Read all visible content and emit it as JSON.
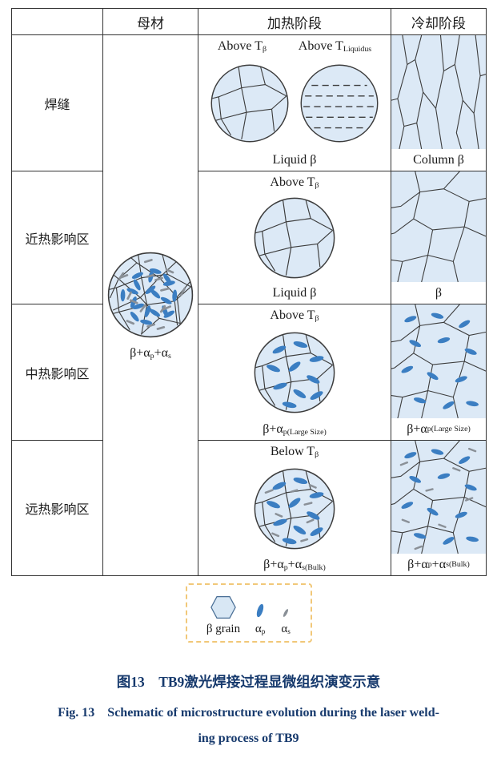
{
  "table": {
    "headers": {
      "base": "母材",
      "heating": "加热阶段",
      "cooling": "冷却阶段"
    },
    "zones": [
      "焊缝",
      "近热影响区",
      "中热影响区",
      "远热影响区"
    ],
    "base_material": {
      "p1": "β+α",
      "s1": "p",
      "p2": "+α",
      "s2": "s"
    },
    "weld": {
      "heating": {
        "temp1_main": "Above T",
        "temp1_sub": "β",
        "temp2_main": "Above T",
        "temp2_sub": "Liquidus",
        "phase": "Liquid β"
      },
      "cooling": {
        "phase": "Column β"
      }
    },
    "near_haz": {
      "heating": {
        "temp_main": "Above T",
        "temp_sub": "β",
        "phase": "Liquid β"
      },
      "cooling": {
        "phase": "β"
      }
    },
    "mid_haz": {
      "heating": {
        "temp_main": "Above T",
        "temp_sub": "β",
        "p1": "β+α",
        "s1": "p",
        "s2": "(Large Size)"
      },
      "cooling": {
        "p1": "β+α",
        "s1": "p",
        "s2": "(Large Size)"
      }
    },
    "far_haz": {
      "heating": {
        "temp_main": "Below T",
        "temp_sub": "β",
        "p1": "β+α",
        "s1": "p",
        "p2": "+α",
        "s2": "s",
        "s3": "(Bulk)"
      },
      "cooling": {
        "p1": "β+α",
        "s1": "p",
        "p2": "+α",
        "s2": "s",
        "s3": "(Bulk)"
      }
    }
  },
  "legend": {
    "beta_grain": "β grain",
    "alpha_p_main": "α",
    "alpha_p_sub": "p",
    "alpha_s_main": "α",
    "alpha_s_sub": "s"
  },
  "caption": {
    "cn": "图13　TB9激光焊接过程显微组织演变示意",
    "en1": "Fig. 13　Schematic of microstructure evolution during the laser weld-",
    "en2": "ing process of TB9"
  },
  "colors": {
    "grain_fill": "#dce9f6",
    "alpha_p_blue": "#3b7ec2",
    "alpha_s_gray": "#8a9097",
    "grain_boundary": "#3c3c3c",
    "caption_navy": "#173a6d",
    "legend_dashed": "#f1c879"
  }
}
